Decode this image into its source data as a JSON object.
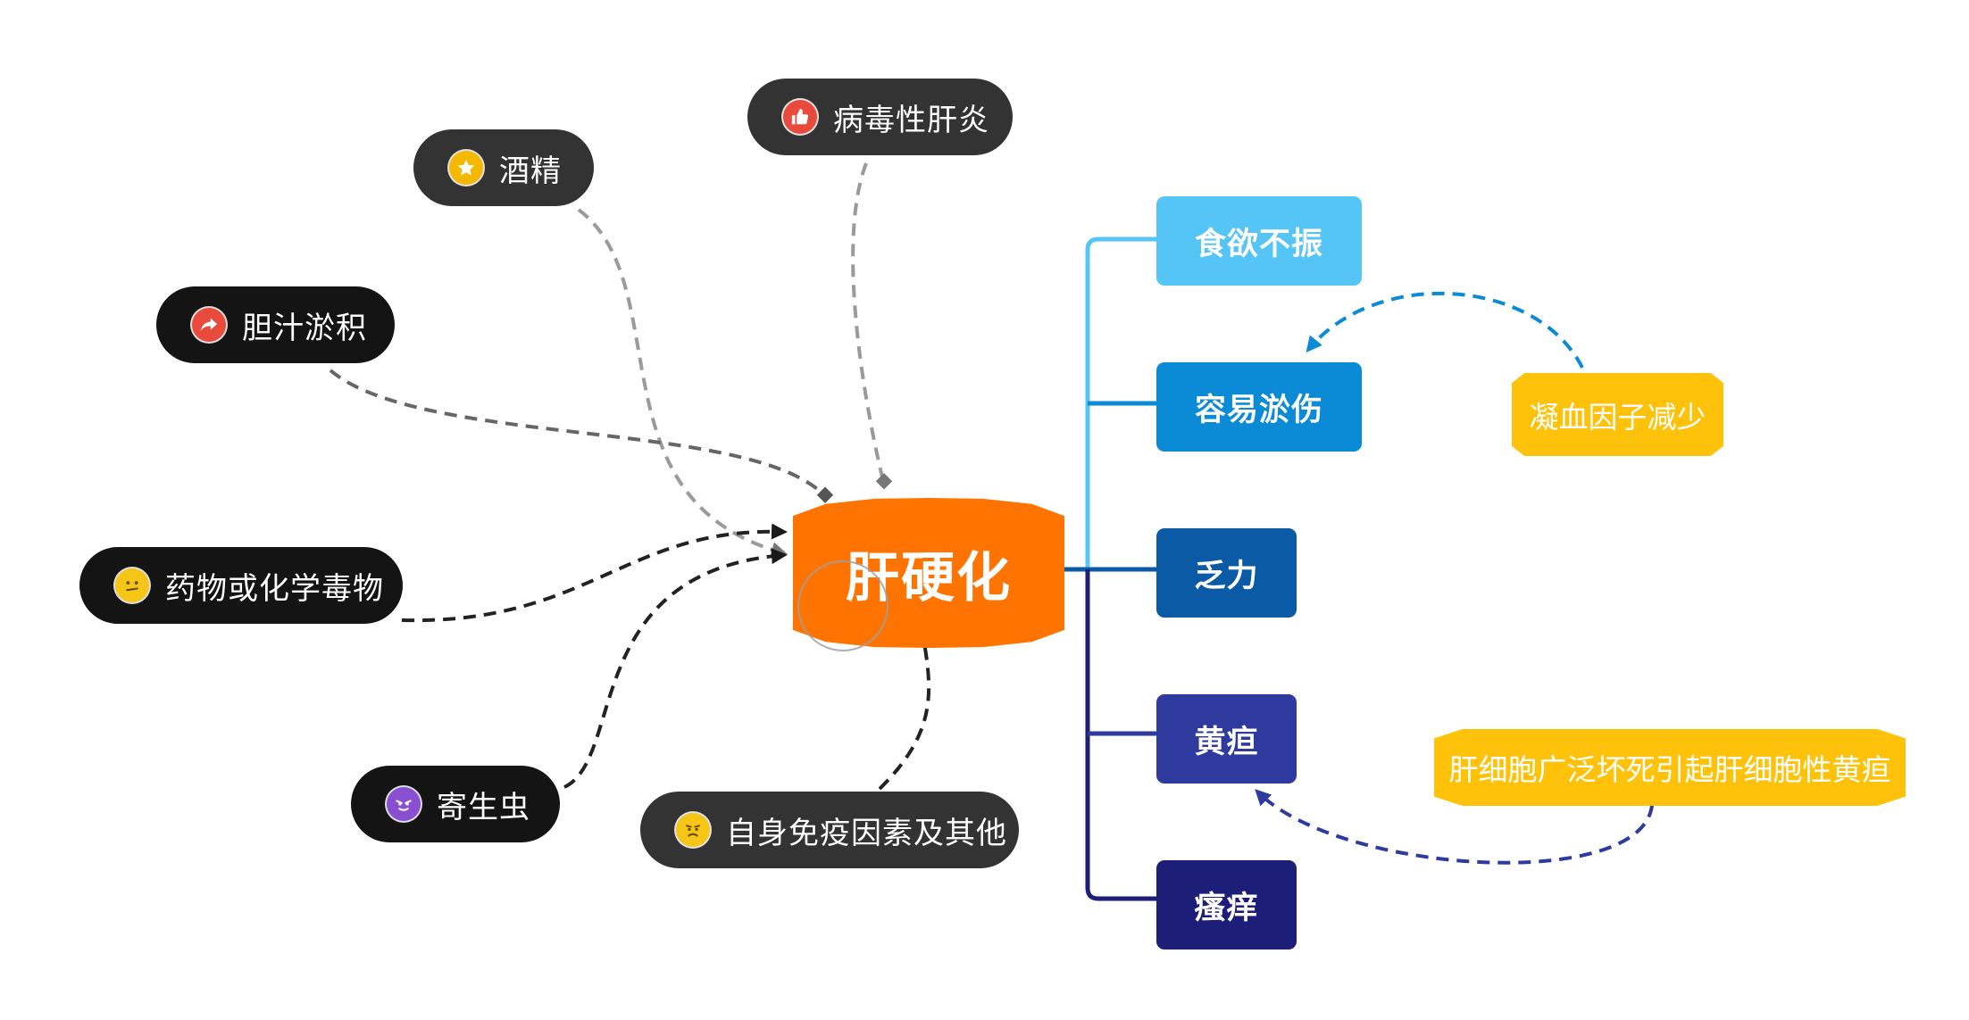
{
  "central": {
    "label": "肝硬化",
    "color": "#ff7400"
  },
  "causes": [
    {
      "id": "hepatitis",
      "label": "病毒性肝炎",
      "icon": "thumbs-up-icon",
      "icon_color": "#e84a3c"
    },
    {
      "id": "alcohol",
      "label": "酒精",
      "icon": "star-icon",
      "icon_color": "#f5b800"
    },
    {
      "id": "cholestasis",
      "label": "胆汁淤积",
      "icon": "arrow-forward-icon",
      "icon_color": "#e84a3c"
    },
    {
      "id": "drugs",
      "label": "药物或化学毒物",
      "icon": "confused-face-icon",
      "icon_color": "#f5c518"
    },
    {
      "id": "parasite",
      "label": "寄生虫",
      "icon": "devil-face-icon",
      "icon_color": "#8a4fd1"
    },
    {
      "id": "autoimmune",
      "label": "自身免疫因素及其他",
      "icon": "sad-face-icon",
      "icon_color": "#f5c518"
    }
  ],
  "symptoms": [
    {
      "id": "appetite",
      "label": "食欲不振",
      "color": "#55c5f5"
    },
    {
      "id": "bruising",
      "label": "容易淤伤",
      "color": "#0b8ad6"
    },
    {
      "id": "fatigue",
      "label": "乏力",
      "color": "#0a5aa5"
    },
    {
      "id": "jaundice",
      "label": "黄疸",
      "color": "#2e3a9e"
    },
    {
      "id": "itching",
      "label": "瘙痒",
      "color": "#1c1e78"
    }
  ],
  "notes": [
    {
      "id": "clotting",
      "label": "凝血因子减少",
      "color": "#ffc20a"
    },
    {
      "id": "necrosis",
      "label": "肝细胞广泛坏死引起肝细胞性黄疸",
      "color": "#ffc20a"
    }
  ]
}
